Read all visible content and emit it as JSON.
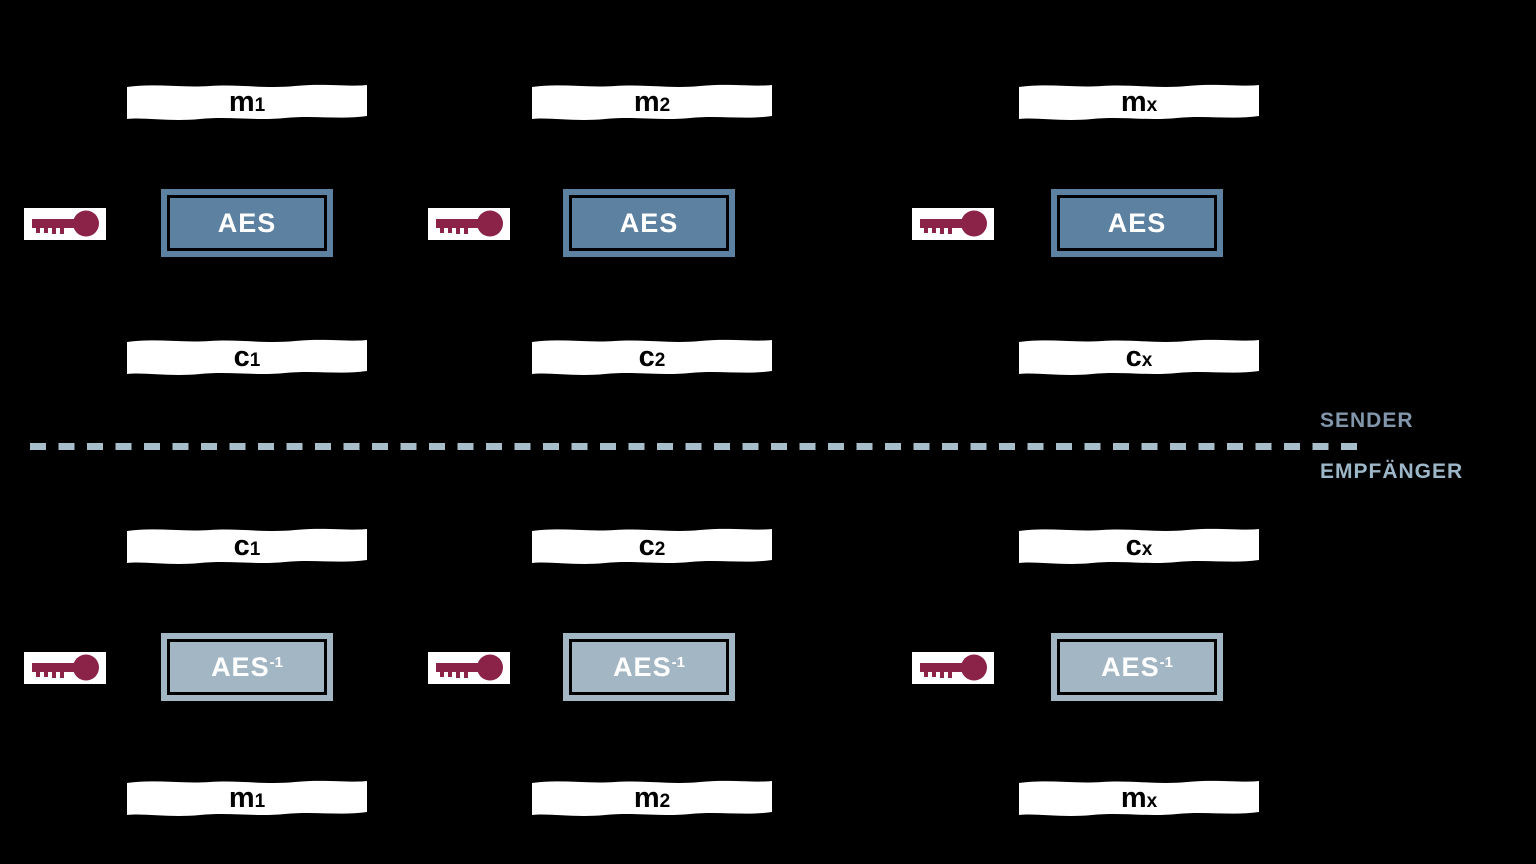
{
  "diagram": {
    "title_semantic": "AES ECB encryption and decryption block diagram",
    "labels": {
      "sender": "SENDER",
      "receiver": "EMPFÄNGER"
    },
    "colors": {
      "background": "#000000",
      "block_fill": "#ffffff",
      "block_text": "#000000",
      "aes_encrypt_fill": "#5d81a1",
      "aes_decrypt_fill": "#a3b6c4",
      "aes_border": "#000000",
      "aes_text": "#ffffff",
      "key_icon": "#8b2348",
      "key_plate": "#ffffff",
      "divider_dash": "#a9becb",
      "sender_text": "#8297ab",
      "receiver_text": "#9db7c9"
    },
    "sender_flow": {
      "columns": [
        {
          "input_base": "m",
          "input_sub": "1",
          "cipher": "AES",
          "output_base": "c",
          "output_sub": "1"
        },
        {
          "input_base": "m",
          "input_sub": "2",
          "cipher": "AES",
          "output_base": "c",
          "output_sub": "2"
        },
        {
          "input_base": "m",
          "input_sub": "x",
          "cipher": "AES",
          "output_base": "c",
          "output_sub": "x"
        }
      ]
    },
    "receiver_flow": {
      "columns": [
        {
          "input_base": "c",
          "input_sub": "1",
          "cipher_base": "AES",
          "cipher_sup": "-1",
          "output_base": "m",
          "output_sub": "1"
        },
        {
          "input_base": "c",
          "input_sub": "2",
          "cipher_base": "AES",
          "cipher_sup": "-1",
          "output_base": "m",
          "output_sub": "2"
        },
        {
          "input_base": "c",
          "input_sub": "x",
          "cipher_base": "AES",
          "cipher_sup": "-1",
          "output_base": "m",
          "output_sub": "x"
        }
      ]
    }
  }
}
